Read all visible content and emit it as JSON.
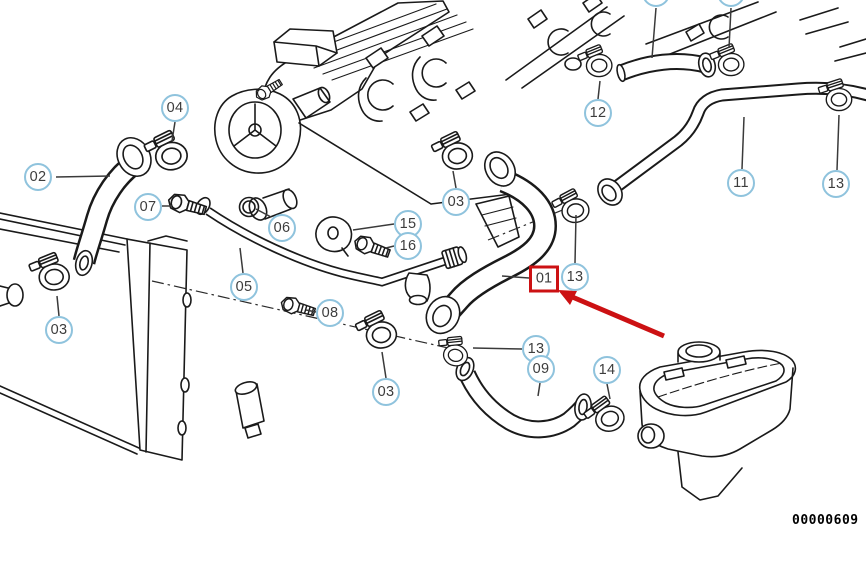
{
  "diagram": {
    "footer_code": "00000609"
  },
  "highlight": {
    "label": "01"
  },
  "callouts": [
    {
      "id": "02",
      "label": "02"
    },
    {
      "id": "04",
      "label": "04"
    },
    {
      "id": "07",
      "label": "07"
    },
    {
      "id": "06",
      "label": "06"
    },
    {
      "id": "15",
      "label": "15"
    },
    {
      "id": "16",
      "label": "16"
    },
    {
      "id": "03-radiator",
      "label": "03"
    },
    {
      "id": "05",
      "label": "05"
    },
    {
      "id": "08",
      "label": "08"
    },
    {
      "id": "03-upper",
      "label": "03"
    },
    {
      "id": "03-lower",
      "label": "03"
    },
    {
      "id": "12",
      "label": "12"
    },
    {
      "id": "11",
      "label": "11"
    },
    {
      "id": "13-right",
      "label": "13"
    },
    {
      "id": "13-mid",
      "label": "13"
    },
    {
      "id": "13-lower",
      "label": "13"
    },
    {
      "id": "09",
      "label": "09"
    },
    {
      "id": "14",
      "label": "14"
    },
    {
      "id": "cut-off-left",
      "label": ""
    },
    {
      "id": "cut-off-right",
      "label": ""
    }
  ],
  "colors": {
    "callout_ring": "#8FC3DD",
    "callout_text": "#3D3D3D",
    "line": "#1A1A1A",
    "highlight": "#CC1113",
    "background": "#FFFFFF"
  }
}
